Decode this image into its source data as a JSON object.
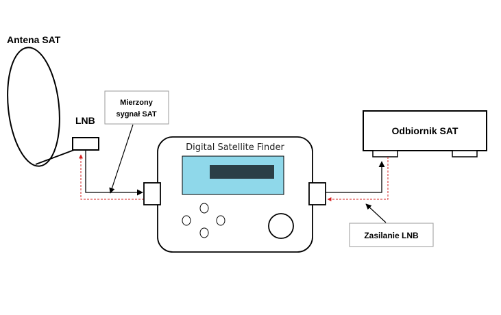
{
  "labels": {
    "antenna": "Antena SAT",
    "lnb": "LNB",
    "measured_line1": "Mierzony",
    "measured_line2": "sygnał SAT",
    "finder_title": "Digital Satellite Finder",
    "receiver": "Odbiornik SAT",
    "power": "Zasilanie LNB"
  },
  "colors": {
    "screen": "#8fd8ea",
    "screen_bar": "#2b3f46",
    "signal_line": "#000000",
    "power_line": "#d62020"
  }
}
